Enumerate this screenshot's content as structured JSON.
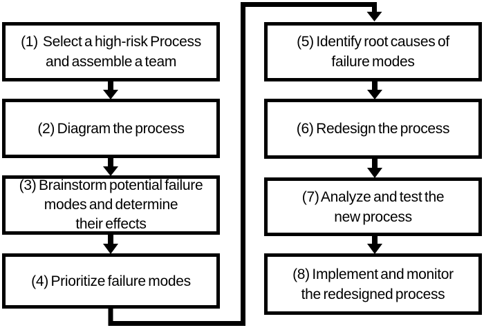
{
  "diagram": {
    "type": "flowchart",
    "background_color": "#ffffff",
    "line_color": "#000000",
    "boxes": [
      {
        "step": 1,
        "lines": [
          "(1)  Select a high-risk Process",
          "and assemble a team"
        ]
      },
      {
        "step": 2,
        "lines": [
          "(2) Diagram the process"
        ]
      },
      {
        "step": 3,
        "lines": [
          "(3) Brainstorm potential failure",
          "modes and determine",
          "their effects"
        ]
      },
      {
        "step": 4,
        "lines": [
          "(4) Prioritize failure modes"
        ]
      },
      {
        "step": 5,
        "lines": [
          "(5) Identify root causes of",
          "failure modes"
        ]
      },
      {
        "step": 6,
        "lines": [
          "(6) Redesign the process"
        ]
      },
      {
        "step": 7,
        "lines": [
          "(7) Analyze and test the",
          "new process"
        ]
      },
      {
        "step": 8,
        "lines": [
          "(8) Implement and monitor",
          "the redesigned process"
        ]
      }
    ],
    "connections": [
      {
        "from": 1,
        "to": 2
      },
      {
        "from": 2,
        "to": 3
      },
      {
        "from": 3,
        "to": 4
      },
      {
        "from": 4,
        "to": 5
      },
      {
        "from": 5,
        "to": 6
      },
      {
        "from": 6,
        "to": 7
      },
      {
        "from": 7,
        "to": 8
      }
    ]
  }
}
